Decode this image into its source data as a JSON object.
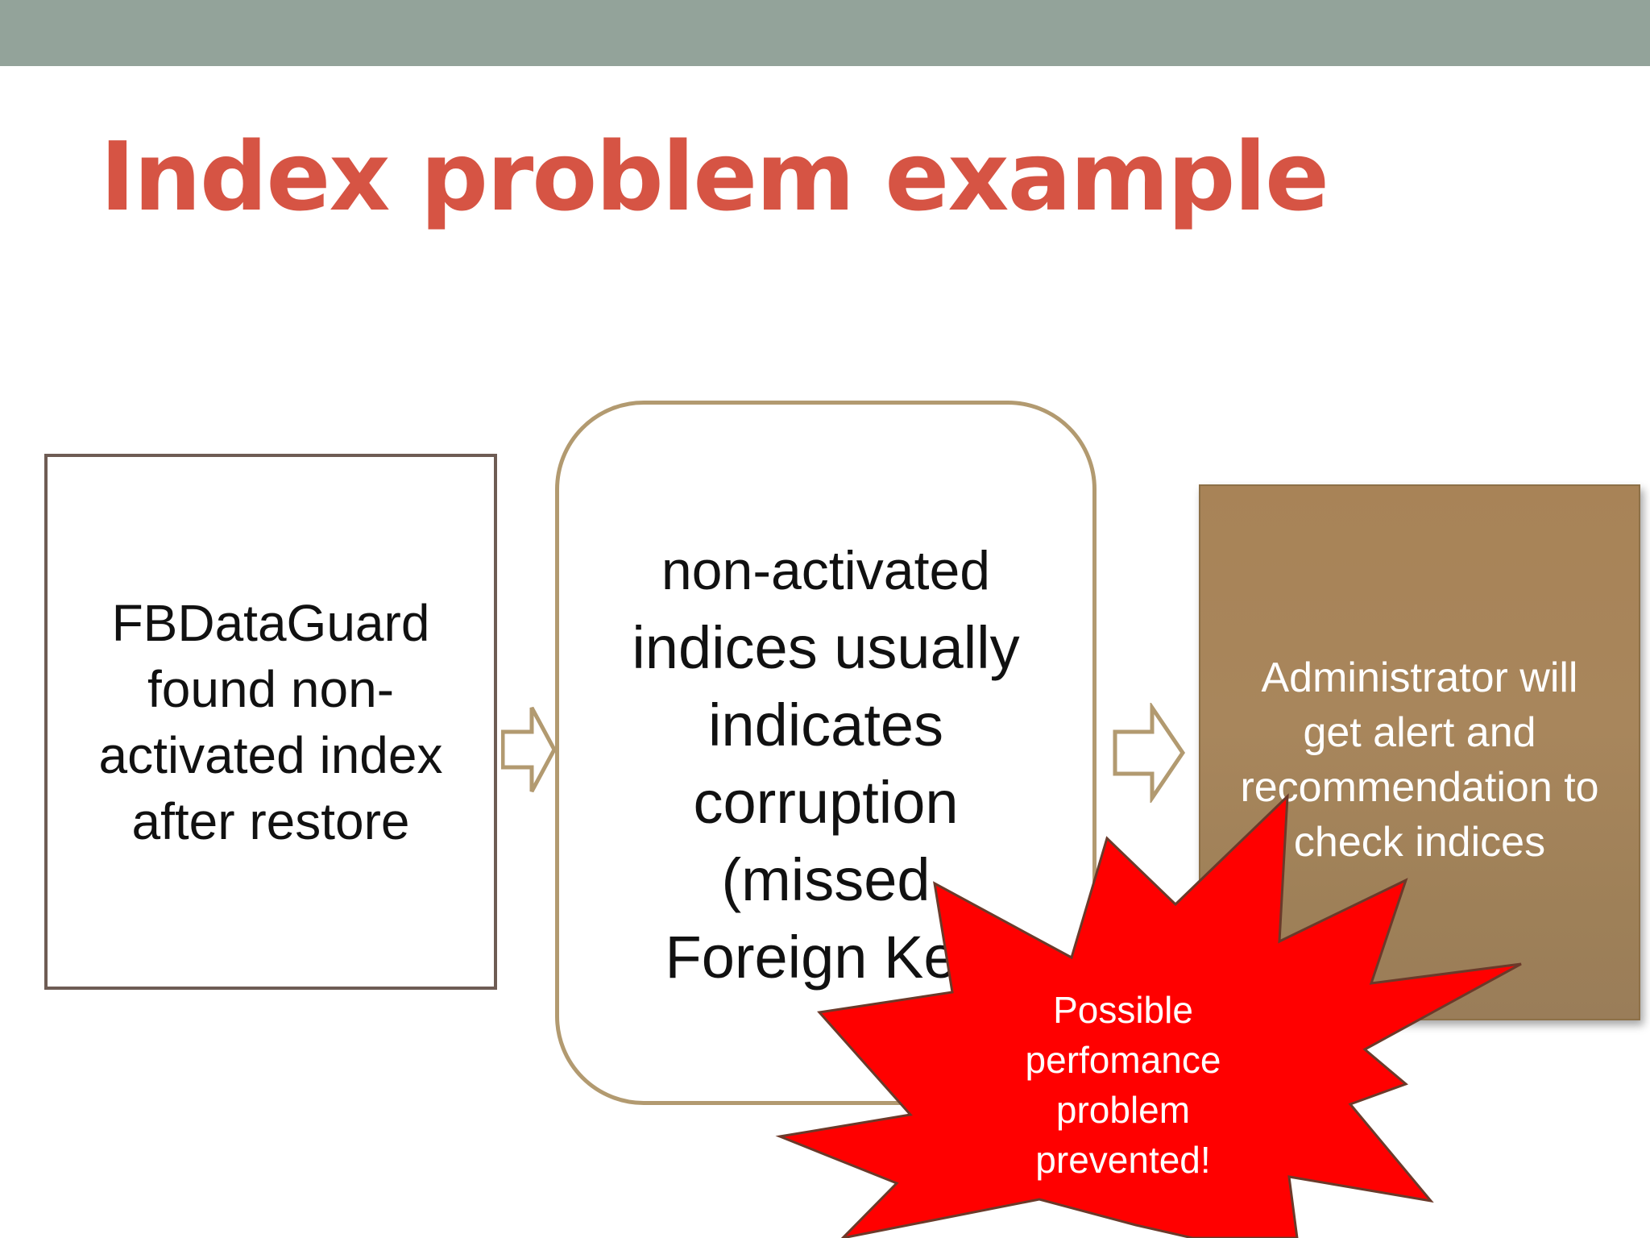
{
  "slide": {
    "title": "Index problem example"
  },
  "boxes": {
    "left": {
      "text": "FBDataGuard found non-activated index after restore"
    },
    "middle": {
      "lines": [
        "non-activated",
        "indices usually",
        "indicates",
        "corruption",
        "(missed",
        "Foreign Key"
      ]
    },
    "right": {
      "lines": [
        "Administrator will",
        "get alert and",
        "recommendation to",
        "check indices"
      ]
    }
  },
  "burst": {
    "lines": [
      "Possible",
      "perfomance",
      "problem",
      "prevented!"
    ],
    "fill_color": "#ff0000",
    "stroke_color": "#6b3a2a"
  },
  "colors": {
    "top_bar": "#93a39a",
    "title": "#d65444",
    "right_box": "#a88357",
    "arrow_stroke": "#b29a70"
  }
}
